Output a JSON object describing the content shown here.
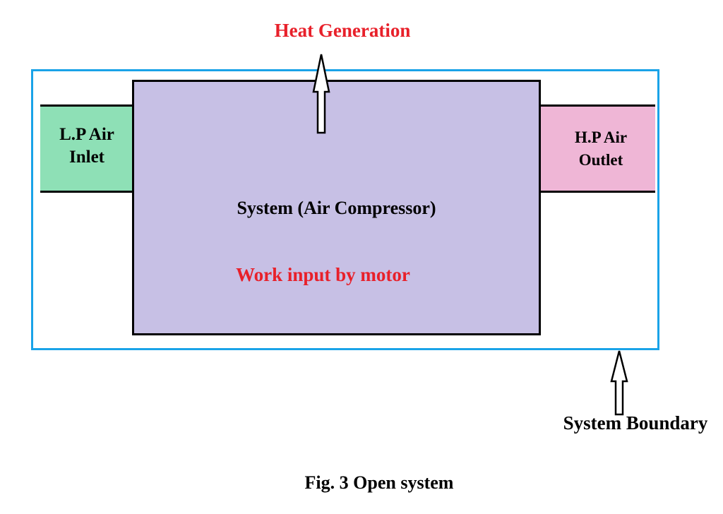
{
  "diagram": {
    "heat_label": "Heat Generation",
    "inlet_label_line1": "L.P Air",
    "inlet_label_line2": "Inlet",
    "outlet_label_line1": "H.P Air",
    "outlet_label_line2": "Outlet",
    "system_label": "System (Air Compressor)",
    "work_label": "Work input by motor",
    "boundary_label": "System Boundary",
    "caption": "Fig. 3 Open system"
  },
  "colors": {
    "boundary": "#1aa3e8",
    "system_fill": "#c7c0e5",
    "inlet_fill": "#8ee0b6",
    "outlet_fill": "#efb6d6",
    "highlight_text": "#e8202a"
  }
}
